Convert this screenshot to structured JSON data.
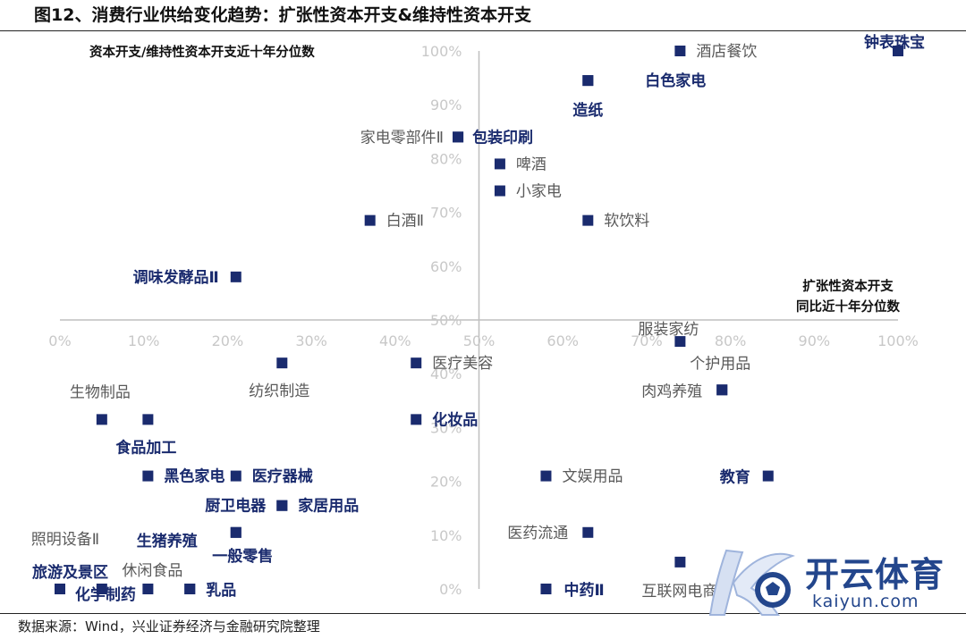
{
  "title": "图12、消费行业供给变化趋势：扩张性资本开支&维持性资本开支",
  "source": "数据来源：Wind，兴业证券经济与金融研究院整理",
  "watermark": {
    "name": "开云体育",
    "url": "kaiyun.com"
  },
  "colors": {
    "marker": "#1a2b6e",
    "bold_label": "#1a2b6e",
    "label": "#595959",
    "axis": "#bfbfbf",
    "tick": "#c8c8c8"
  },
  "chart_data": {
    "type": "scatter",
    "ylabel": "资本开支/维持性资本开支近十年分位数",
    "xlabel_lines": [
      "扩张性资本开支",
      "同比近十年分位数"
    ],
    "xlim": [
      0,
      1
    ],
    "ylim": [
      0,
      1
    ],
    "axis_cross": {
      "x": 0.5,
      "y": 0.5
    },
    "xticks": [
      "0%",
      "10%",
      "20%",
      "30%",
      "40%",
      "50%",
      "60%",
      "70%",
      "80%",
      "90%",
      "100%"
    ],
    "yticks": [
      "0%",
      "10%",
      "20%",
      "30%",
      "40%",
      "50%",
      "60%",
      "70%",
      "80%",
      "90%",
      "100%"
    ],
    "points": [
      {
        "label": "钟表珠宝",
        "x": 1.0,
        "y": 1.0,
        "bold": true
      },
      {
        "label": "酒店餐饮",
        "x": 0.74,
        "y": 1.0,
        "bold": false
      },
      {
        "label": "白色家电",
        "x": 0.63,
        "y": 0.945,
        "bold": true
      },
      {
        "label": "造纸",
        "x": 0.63,
        "y": 0.945,
        "bold": true
      },
      {
        "label": "家电零部件Ⅱ",
        "x": 0.475,
        "y": 0.84,
        "bold": false
      },
      {
        "label": "包装印刷",
        "x": 0.475,
        "y": 0.84,
        "bold": true
      },
      {
        "label": "啤酒",
        "x": 0.525,
        "y": 0.79,
        "bold": false
      },
      {
        "label": "小家电",
        "x": 0.525,
        "y": 0.74,
        "bold": false
      },
      {
        "label": "白酒Ⅱ",
        "x": 0.37,
        "y": 0.685,
        "bold": false
      },
      {
        "label": "软饮料",
        "x": 0.63,
        "y": 0.685,
        "bold": false
      },
      {
        "label": "调味发酵品Ⅱ",
        "x": 0.21,
        "y": 0.58,
        "bold": true
      },
      {
        "label": "服装家纺",
        "x": 0.74,
        "y": 0.46,
        "bold": false
      },
      {
        "label": "医疗美容",
        "x": 0.425,
        "y": 0.42,
        "bold": false
      },
      {
        "label": "纺织制造",
        "x": 0.265,
        "y": 0.42,
        "bold": false
      },
      {
        "label": "个护用品",
        "x": 0.79,
        "y": 0.37,
        "bold": false
      },
      {
        "label": "肉鸡养殖",
        "x": 0.79,
        "y": 0.37,
        "bold": false
      },
      {
        "label": "生物制品",
        "x": 0.05,
        "y": 0.315,
        "bold": false
      },
      {
        "label": "食品加工",
        "x": 0.105,
        "y": 0.315,
        "bold": true
      },
      {
        "label": "化妆品",
        "x": 0.425,
        "y": 0.315,
        "bold": true
      },
      {
        "label": "黑色家电",
        "x": 0.105,
        "y": 0.21,
        "bold": true
      },
      {
        "label": "医疗器械",
        "x": 0.21,
        "y": 0.21,
        "bold": true
      },
      {
        "label": "文娱用品",
        "x": 0.58,
        "y": 0.21,
        "bold": false
      },
      {
        "label": "教育",
        "x": 0.845,
        "y": 0.21,
        "bold": true
      },
      {
        "label": "厨卫电器",
        "x": 0.265,
        "y": 0.155,
        "bold": true
      },
      {
        "label": "家居用品",
        "x": 0.265,
        "y": 0.155,
        "bold": true
      },
      {
        "label": "照明设备Ⅱ",
        "x": 0.21,
        "y": 0.105,
        "bold": false
      },
      {
        "label": "生猪养殖",
        "x": 0.21,
        "y": 0.105,
        "bold": true
      },
      {
        "label": "医药流通",
        "x": 0.63,
        "y": 0.105,
        "bold": false
      },
      {
        "label": "一般零售",
        "x": 0.155,
        "y": 0.0,
        "bold": true
      },
      {
        "label": "休闲食品",
        "x": 0.105,
        "y": 0.0,
        "bold": false
      },
      {
        "label": "旅游及景区",
        "x": 0.0,
        "y": 0.0,
        "bold": true
      },
      {
        "label": "化学制药",
        "x": 0.05,
        "y": 0.0,
        "bold": true
      },
      {
        "label": "乳品",
        "x": 0.155,
        "y": 0.0,
        "bold": true
      },
      {
        "label": "中药Ⅱ",
        "x": 0.58,
        "y": 0.0,
        "bold": true
      },
      {
        "label": "互联网电商",
        "x": 0.74,
        "y": 0.05,
        "bold": false
      }
    ]
  }
}
